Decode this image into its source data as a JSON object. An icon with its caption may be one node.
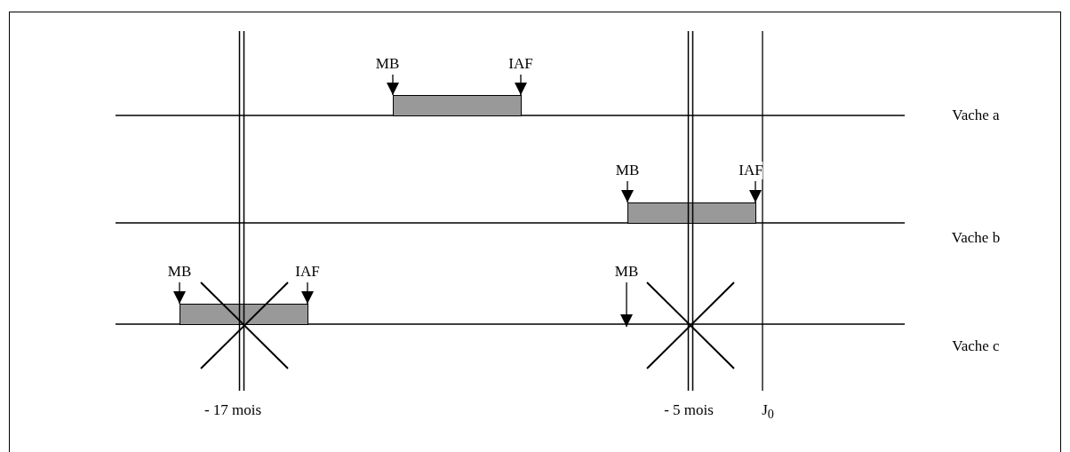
{
  "diagram": {
    "nodes": [
      {
        "text": [
          "MB"
        ]
      },
      {
        "text": [
          "IAF"
        ]
      },
      {
        "text": [],
        "shape": "bar"
      },
      {
        "text": [
          "MB"
        ]
      },
      {
        "text": [
          "IAF"
        ]
      },
      {
        "text": [],
        "shape": "bar"
      },
      {
        "text": [
          "MB"
        ]
      },
      {
        "text": [
          "IAF"
        ]
      },
      {
        "text": [],
        "shape": "bar"
      },
      {
        "text": [
          "MB"
        ]
      }
    ],
    "edges": [
      {
        "from": 0,
        "to": 2,
        "arrow": "to"
      },
      {
        "from": 1,
        "to": 2,
        "arrow": "to"
      },
      {
        "from": 3,
        "to": 5,
        "arrow": "to"
      },
      {
        "from": 4,
        "to": 5,
        "arrow": "to"
      },
      {
        "from": 6,
        "to": 8,
        "arrow": "to"
      },
      {
        "from": 7,
        "to": 8,
        "arrow": "to"
      },
      {
        "from": 9,
        "to": null,
        "arrow": "to"
      }
    ],
    "labels": [
      "Vache a",
      "Vache b",
      "Vache c",
      "- 17 mois",
      "- 5 mois",
      "J$_{0}$"
    ]
  }
}
